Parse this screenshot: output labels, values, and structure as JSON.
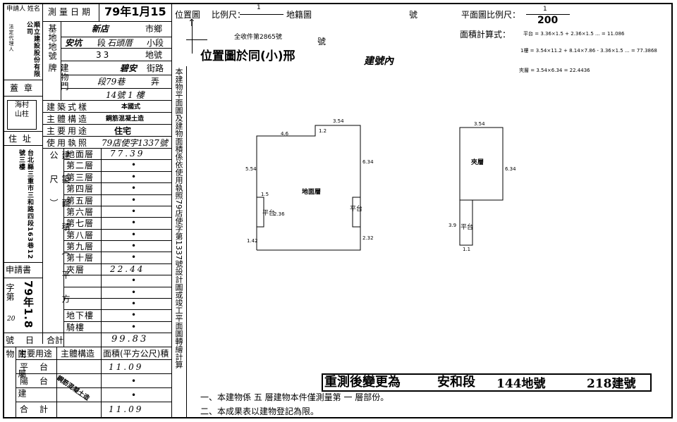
{
  "applicant": {
    "header": "申請人 姓名",
    "company": "順立建設股份有限公司",
    "rep": "法定代理人",
    "seal_label": "蓋章",
    "address_label": "住址",
    "address": "台北縣三重市三和路四段163巷12號三樓"
  },
  "survey": {
    "date_label": "測量日期",
    "date": "79年1月15",
    "site_label": "基地地號",
    "city": "新店",
    "city_suffix": "市鄉",
    "section": "安坑",
    "section_suffix": "段",
    "subsection": "石頭厝",
    "subsection_suffix": "小段",
    "lot_no": "33",
    "lot_suffix": "地號",
    "door_label": "建物門牌",
    "street": "碧安",
    "street_suffix": "街路",
    "lane": "段79巷",
    "lane_suffix": "弄",
    "number": "14號 1 樓"
  },
  "building": {
    "style_label": "建築式樣",
    "style": "本國式",
    "structure_label": "主體構造",
    "structure": "鋼筋混凝土造",
    "use_label": "主要用途",
    "use": "住宅",
    "permit_label": "使用執照",
    "permit": "79店使字1337號"
  },
  "areas": {
    "group_label": "建築面積（平方公尺）",
    "rows": [
      {
        "floor": "地面層",
        "value": "77.39"
      },
      {
        "floor": "第二層",
        "value": "•"
      },
      {
        "floor": "第三層",
        "value": "•"
      },
      {
        "floor": "第四層",
        "value": "•"
      },
      {
        "floor": "第五層",
        "value": "•"
      },
      {
        "floor": "第六層",
        "value": "•"
      },
      {
        "floor": "第七層",
        "value": "•"
      },
      {
        "floor": "第八層",
        "value": "•"
      },
      {
        "floor": "第九層",
        "value": "•"
      },
      {
        "floor": "第十層",
        "value": "•"
      },
      {
        "floor": "夾層",
        "value": "22.44"
      },
      {
        "floor": "",
        "value": "•"
      },
      {
        "floor": "",
        "value": "•"
      },
      {
        "floor": "",
        "value": "•"
      },
      {
        "floor": "地下樓",
        "value": "•"
      },
      {
        "floor": "騎樓",
        "value": "•"
      }
    ],
    "total_label": "合計",
    "total": "99.83"
  },
  "appl_book": {
    "label": "申請書",
    "word_label": "字第",
    "date": "79年1.8",
    "no": "20",
    "no_label": "號日"
  },
  "annex": {
    "label": "附屬建物",
    "headers": [
      "主要用途",
      "主體構造",
      "面積(平方公尺)積"
    ],
    "rows": [
      {
        "use": "平台",
        "value": "11.09"
      },
      {
        "use": "陽台",
        "value": "•"
      },
      {
        "use": "",
        "value": "•"
      }
    ],
    "structure_stamp": "鋼筋混凝土造",
    "total_label": "合計",
    "total": "11.09"
  },
  "center_column": "本建物平面圖及建物面積係依使用執照79店使字第1337號設計圖或竣工平面圖轉繪計算",
  "header_row": {
    "location_label": "位置圖",
    "scale_label": "比例尺：",
    "scale_value": "1",
    "cadastral_label": "地籍圖",
    "no_label": "號",
    "plan_scale_label": "平面圖比例尺：",
    "plan_scale_num": "1",
    "plan_scale_den": "200",
    "area_calc_label": "面積計算式："
  },
  "notes": {
    "case_no": "全收件第2865號",
    "location_same": "位置圖於同(小)邢",
    "building_no": "建號內",
    "calc_lines": [
      "平台 = 3.36×1.5 + 2.36×1.5 ... = 11.086",
      "1樓 = 3.54×11.2 + 8.14×7.86 - 3.36×1.5 ... = 77.3868",
      "夾層 = 3.54×6.34 = 22.4436"
    ]
  },
  "plans": {
    "main_label": "地面層",
    "mezz_label": "夾層",
    "terrace_label": "平台",
    "dims": [
      "3.54",
      "4.6",
      "1.2",
      "6.34",
      "5.54",
      "1.5",
      "2.36",
      "1.42",
      "2.32",
      "3.54",
      "6.34",
      "3.9",
      "1.1"
    ]
  },
  "stamp": {
    "text": "重測後變更為",
    "section": "安和段",
    "lot": "144地號",
    "building": "218建號"
  },
  "footer": {
    "note1": "一、本建物係 五 層建物本件僅測量第 一 層部份。",
    "note2": "二、本成果表以建物登記為限。"
  }
}
